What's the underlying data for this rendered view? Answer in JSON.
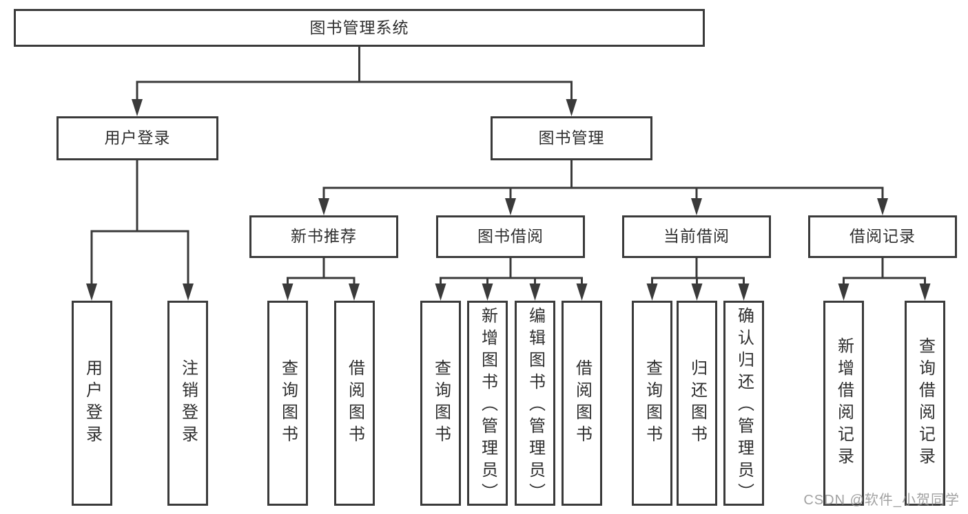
{
  "diagram_type": "hierarchy-tree",
  "tree": {
    "label": "图书管理系统",
    "children": [
      {
        "label": "用户登录",
        "children": [
          {
            "label": "用户登录"
          },
          {
            "label": "注销登录"
          }
        ]
      },
      {
        "label": "图书管理",
        "children": [
          {
            "label": "新书推荐",
            "children": [
              {
                "label": "查询图书"
              },
              {
                "label": "借阅图书"
              }
            ]
          },
          {
            "label": "图书借阅",
            "children": [
              {
                "label": "查询图书"
              },
              {
                "label": "新增图书（管理员）"
              },
              {
                "label": "编辑图书（管理员）"
              },
              {
                "label": "借阅图书"
              }
            ]
          },
          {
            "label": "当前借阅",
            "children": [
              {
                "label": "查询图书"
              },
              {
                "label": "归还图书"
              },
              {
                "label": "确认归还（管理员）"
              }
            ]
          },
          {
            "label": "借阅记录",
            "children": [
              {
                "label": "新增借阅记录"
              },
              {
                "label": "查询借阅记录"
              }
            ]
          }
        ]
      }
    ]
  },
  "watermark": {
    "text": "CSDN @软件_小贺同学"
  },
  "colors": {
    "line": "#3a3a3a",
    "box_border": "#3a3a3a",
    "text": "#2e2e2e",
    "watermark": "#919191",
    "background": "#ffffff"
  }
}
